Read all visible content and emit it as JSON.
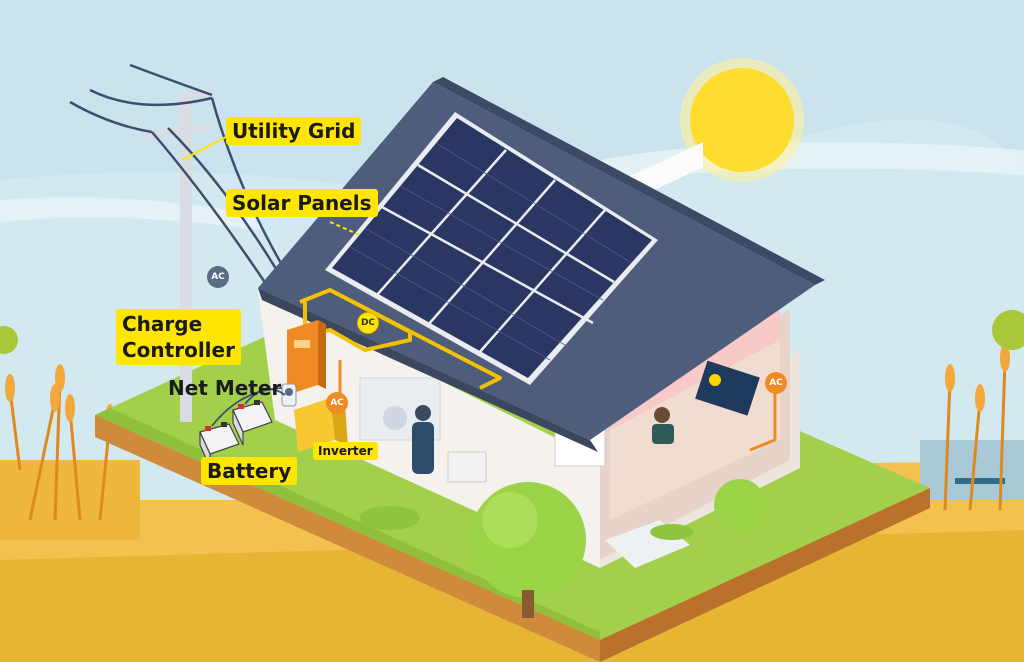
{
  "labels": {
    "utility_grid": "Utility Grid",
    "solar_panels": "Solar Panels",
    "charge_controller_line1": "Charge",
    "charge_controller_line2": "Controller",
    "net_meter": "Net Meter",
    "battery": "Battery",
    "inverter": "Inverter"
  },
  "badges": {
    "ac_grid": "AC",
    "dc_panels": "DC",
    "ac_inverter": "AC",
    "ac_living": "AC"
  },
  "colors": {
    "sky": "#cfe6ee",
    "sun": "#ffdd33",
    "callout": "#ffe600",
    "roof": "#4a5a78",
    "panel": "#2e3a66",
    "grass": "#9ccc3c",
    "earth": "#d9a052",
    "wiring": "#f2c200",
    "charge_controller": "#f08a24"
  }
}
